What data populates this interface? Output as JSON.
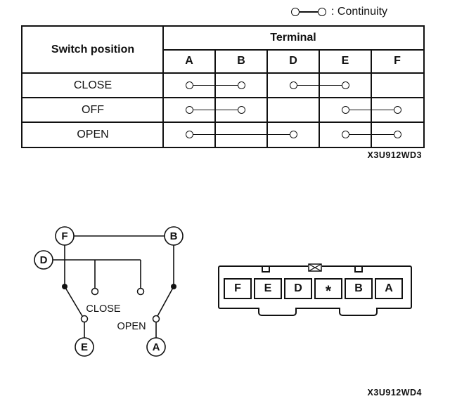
{
  "legend": {
    "label": ": Continuity"
  },
  "table": {
    "position_header": "Switch position",
    "terminal_header": "Terminal",
    "terminals": [
      "A",
      "B",
      "D",
      "E",
      "F"
    ],
    "rows": [
      {
        "position": "CLOSE",
        "links": [
          [
            "A",
            "B"
          ],
          [
            "D",
            "E"
          ]
        ]
      },
      {
        "position": "OFF",
        "links": [
          [
            "A",
            "B"
          ],
          [
            "E",
            "F"
          ]
        ]
      },
      {
        "position": "OPEN",
        "links": [
          [
            "A",
            "D"
          ],
          [
            "E",
            "F"
          ]
        ]
      }
    ],
    "caption": "X3U912WD3"
  },
  "circuit": {
    "nodes": [
      "F",
      "B",
      "D",
      "E",
      "A"
    ],
    "close_label": "CLOSE",
    "open_label": "OPEN"
  },
  "connector": {
    "cells": [
      "F",
      "E",
      "D",
      "*",
      "B",
      "A"
    ],
    "caption": "X3U912WD4"
  },
  "colors": {
    "ink": "#111111",
    "paper": "#ffffff"
  }
}
